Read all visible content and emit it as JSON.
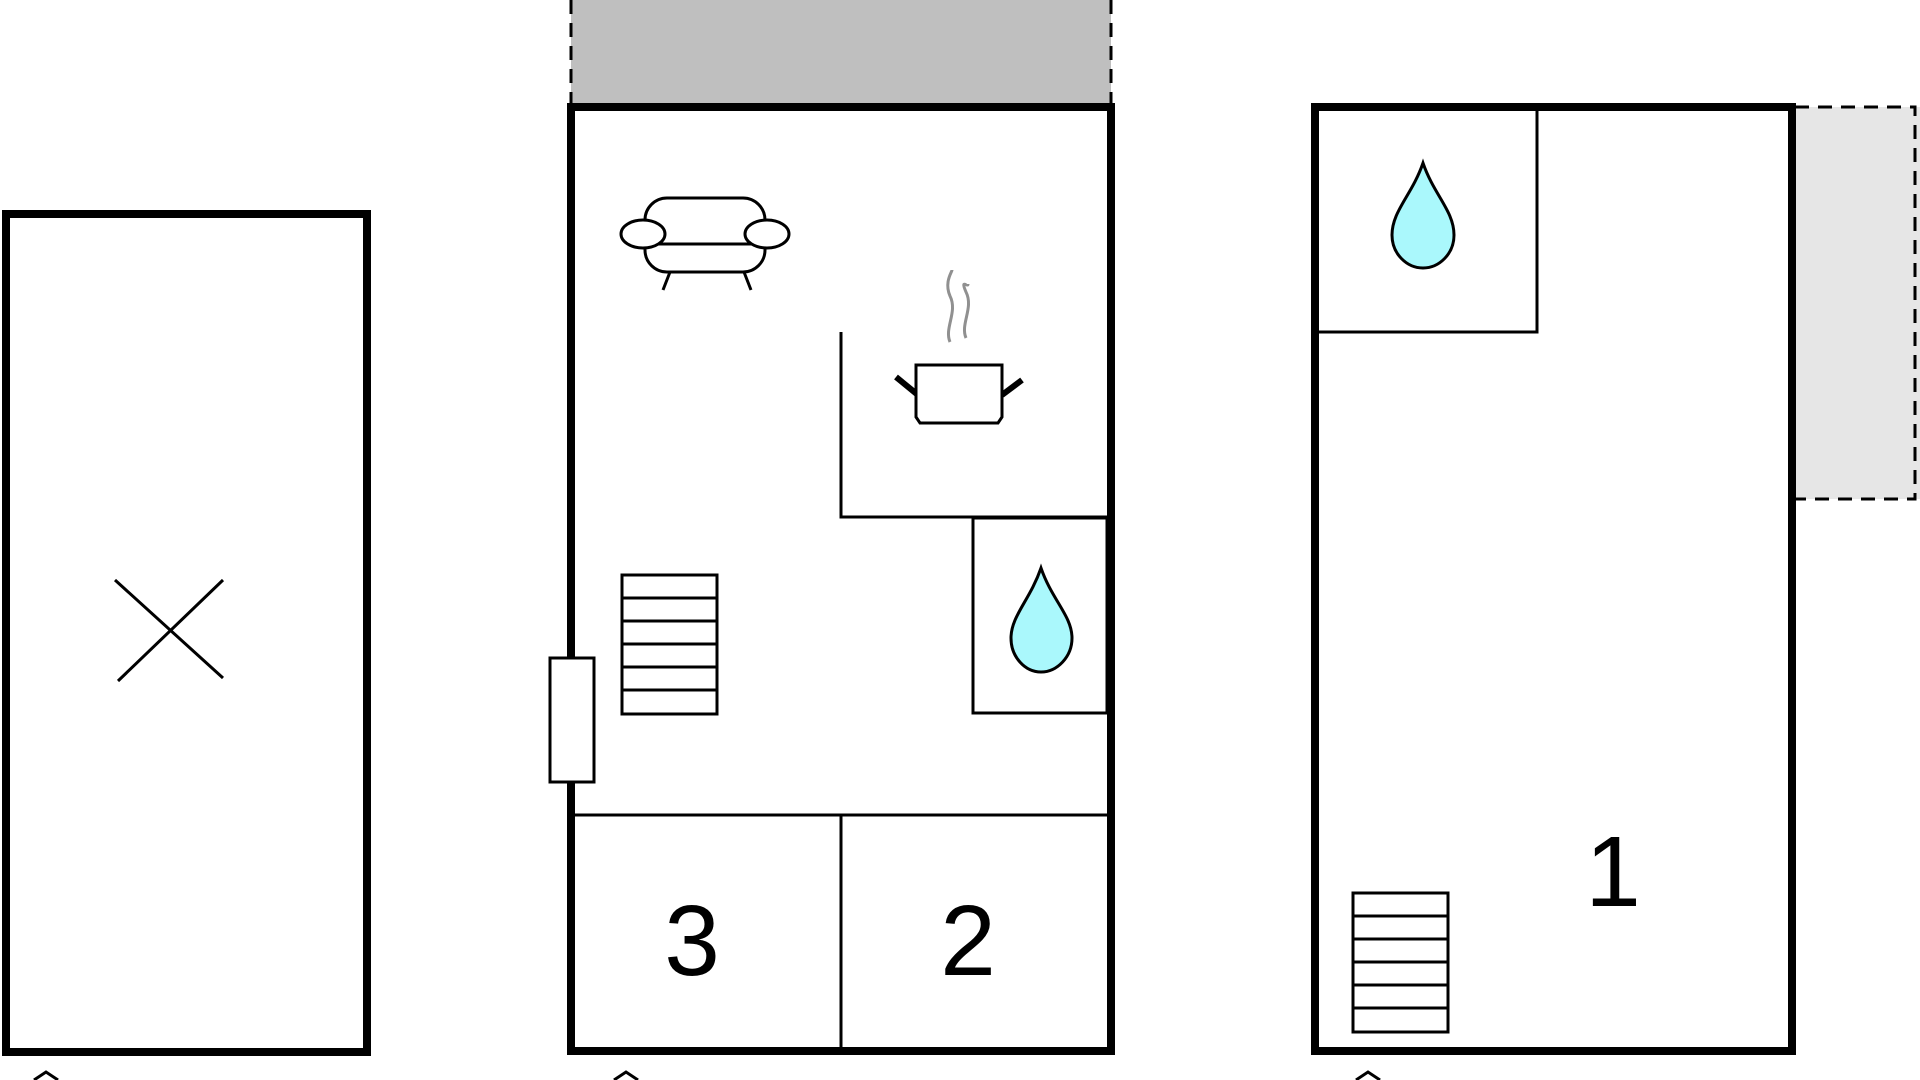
{
  "colors": {
    "wall": "#000000",
    "background": "#ffffff",
    "water": "#aaf8fc",
    "terrace_dark": "#bfbfbf",
    "terrace_light": "#e6e6e6",
    "steam": "#909090"
  },
  "icons": [
    "sofa-icon",
    "cooking-pot-icon",
    "water-drop-icon",
    "stairs-icon",
    "crossed-area-icon",
    "door-icon"
  ],
  "room_labels": {
    "room_1": "1",
    "room_2": "2",
    "room_3": "3"
  }
}
